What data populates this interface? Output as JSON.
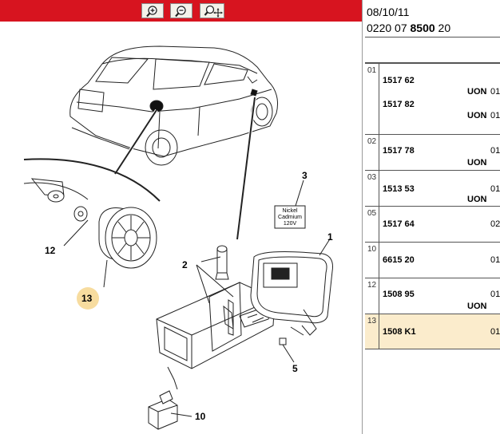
{
  "toolbar": {
    "zoom_in_icon": "zoom-in-icon",
    "zoom_out_icon": "zoom-out-icon",
    "zoom_fit_icon": "zoom-move-icon",
    "color": "#d7141f"
  },
  "diagram": {
    "callouts": [
      "1",
      "2",
      "3",
      "5",
      "10",
      "12",
      "13"
    ],
    "label_line1": "Nickel",
    "label_line2": "Cadmium",
    "label_line3": "120V",
    "highlight_color": "#f7dc9f"
  },
  "reference": {
    "date": "08/10/11",
    "code_prefix": "0220 07 ",
    "code_bold": "8500",
    "code_suffix": " 20"
  },
  "parts": [
    {
      "num": "01",
      "entries": [
        {
          "part": "1517 62",
          "uon": "UON",
          "qty": "01"
        },
        {
          "part": "1517 82",
          "uon": "UON",
          "qty": "01"
        }
      ]
    },
    {
      "num": "02",
      "entries": [
        {
          "part": "1517 78",
          "uon": "UON",
          "qty": "01"
        }
      ]
    },
    {
      "num": "03",
      "entries": [
        {
          "part": "1513 53",
          "uon": "UON",
          "qty": "01"
        }
      ]
    },
    {
      "num": "05",
      "entries": [
        {
          "part": "1517 64",
          "uon": "",
          "qty": "02"
        }
      ]
    },
    {
      "num": "10",
      "entries": [
        {
          "part": "6615 20",
          "uon": "",
          "qty": "01"
        }
      ]
    },
    {
      "num": "12",
      "entries": [
        {
          "part": "1508 95",
          "uon": "UON",
          "qty": "01"
        }
      ]
    },
    {
      "num": "13",
      "entries": [
        {
          "part": "1508 K1",
          "uon": "",
          "qty": "01"
        }
      ],
      "selected": true
    }
  ]
}
